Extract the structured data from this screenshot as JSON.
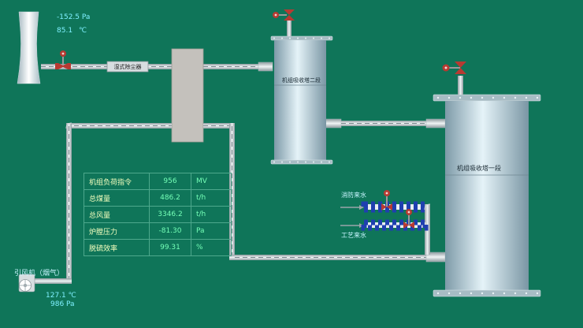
{
  "chimney": {
    "pressure": "-152.5 Pa",
    "temp_value": "85.1",
    "temp_unit": "℃"
  },
  "scrubber_label": "湿式除尘器",
  "tower2_label": "机组吸收塔二段",
  "tower1_label": "机组吸收塔一段",
  "fan": {
    "label": "引风机（烟气）",
    "temp": "127.1 ℃",
    "pressure": "986 Pa"
  },
  "inlets": {
    "fire_water": "消防来水",
    "process_water": "工艺来水"
  },
  "table": {
    "rows": [
      {
        "key": "机组负荷指令",
        "value": "956",
        "unit": "MV"
      },
      {
        "key": "总煤量",
        "value": "486.2",
        "unit": "t/h"
      },
      {
        "key": "总风量",
        "value": "3346.2",
        "unit": "t/h"
      },
      {
        "key": "炉膛压力",
        "value": "-81.30",
        "unit": "Pa"
      },
      {
        "key": "脱硫效率",
        "value": "99.31",
        "unit": "%"
      }
    ]
  },
  "colors": {
    "background": "#0f7559",
    "valve_red": "#b73a32",
    "pipe_stripe": "#1f3fb0"
  }
}
